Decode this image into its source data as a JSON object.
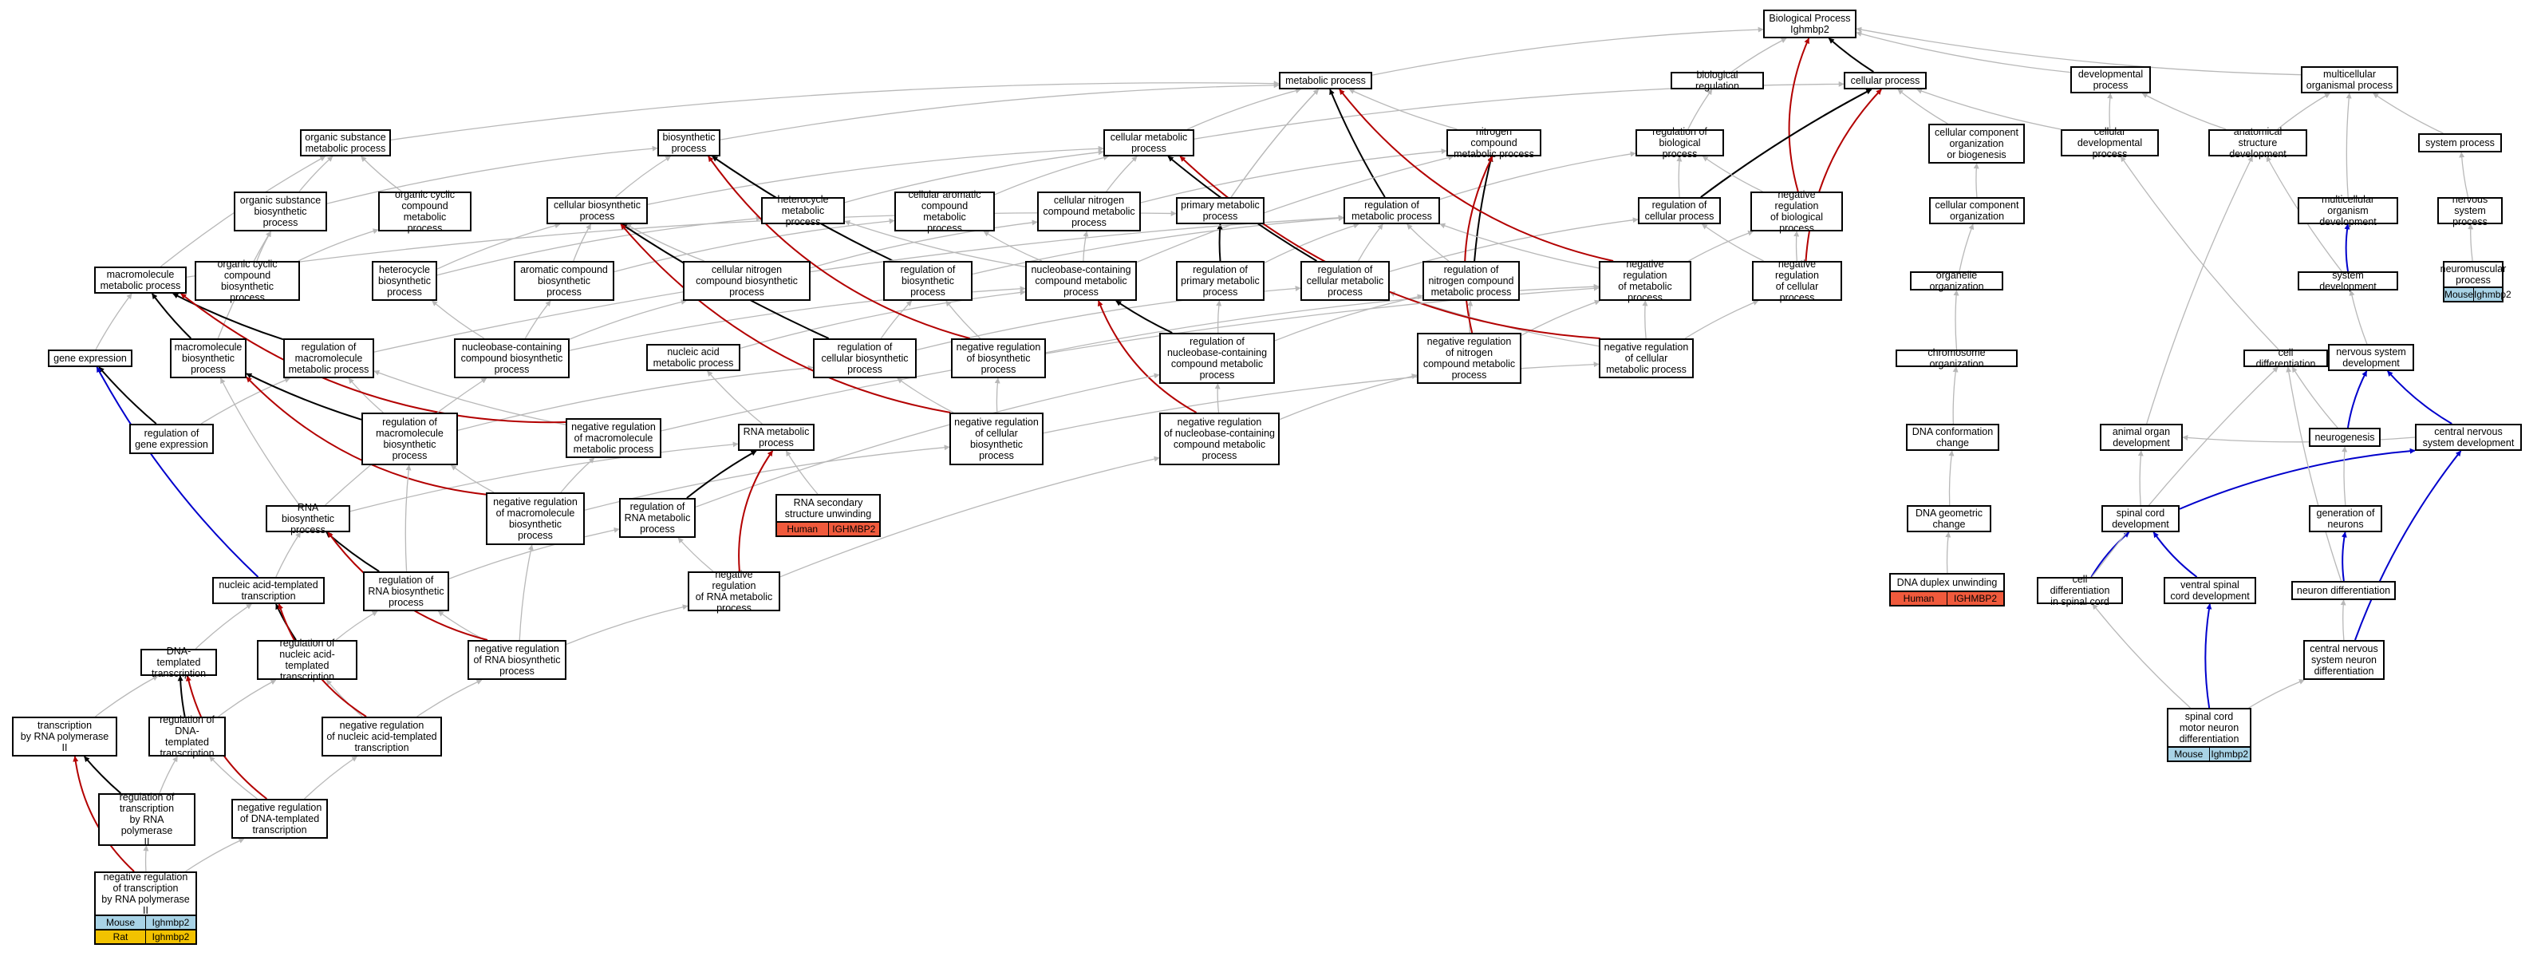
{
  "colors": {
    "gray_edge": "#b8b8b8",
    "black_edge": "#000000",
    "red_edge": "#b30000",
    "blue_edge": "#0000cc",
    "mouse_bg": "#a8d3e6",
    "rat_bg": "#f2c200",
    "human_bg": "#f05a3c"
  },
  "nodes": [
    {
      "id": "bp",
      "label": "Biological Process\nIghmbp2"
    },
    {
      "id": "mp",
      "label": "metabolic process"
    },
    {
      "id": "br",
      "label": "biological regulation"
    },
    {
      "id": "cp",
      "label": "cellular process"
    },
    {
      "id": "dp",
      "label": "developmental\nprocess"
    },
    {
      "id": "mop",
      "label": "multicellular\norganismal process"
    },
    {
      "id": "osmp",
      "label": "organic substance\nmetabolic process"
    },
    {
      "id": "bsp",
      "label": "biosynthetic\nprocess"
    },
    {
      "id": "cmp",
      "label": "cellular metabolic\nprocess"
    },
    {
      "id": "ncmp",
      "label": "nitrogen compound\nmetabolic process"
    },
    {
      "id": "rbp",
      "label": "regulation of\nbiological process"
    },
    {
      "id": "ccob",
      "label": "cellular component\norganization\nor biogenesis"
    },
    {
      "id": "cdp",
      "label": "cellular developmental\nprocess"
    },
    {
      "id": "asd",
      "label": "anatomical structure\ndevelopment"
    },
    {
      "id": "sysp",
      "label": "system process"
    },
    {
      "id": "osbp",
      "label": "organic substance\nbiosynthetic\nprocess"
    },
    {
      "id": "occmp",
      "label": "organic cyclic\ncompound metabolic\nprocess"
    },
    {
      "id": "cbp",
      "label": "cellular biosynthetic\nprocess"
    },
    {
      "id": "hmp",
      "label": "heterocycle\nmetabolic process"
    },
    {
      "id": "cacmp",
      "label": "cellular aromatic\ncompound metabolic\nprocess"
    },
    {
      "id": "cncmp",
      "label": "cellular nitrogen\ncompound metabolic\nprocess"
    },
    {
      "id": "pmp",
      "label": "primary metabolic\nprocess"
    },
    {
      "id": "rmp",
      "label": "regulation of\nmetabolic process"
    },
    {
      "id": "rcp",
      "label": "regulation of\ncellular process"
    },
    {
      "id": "nrbp",
      "label": "negative regulation\nof biological\nprocess"
    },
    {
      "id": "cco",
      "label": "cellular component\norganization"
    },
    {
      "id": "mod",
      "label": "multicellular\norganism development"
    },
    {
      "id": "nsp",
      "label": "nervous system\nprocess"
    },
    {
      "id": "mmp",
      "label": "macromolecule\nmetabolic process"
    },
    {
      "id": "occbp",
      "label": "organic cyclic\ncompound biosynthetic\nprocess"
    },
    {
      "id": "hbp",
      "label": "heterocycle\nbiosynthetic\nprocess"
    },
    {
      "id": "acbp",
      "label": "aromatic compound\nbiosynthetic\nprocess"
    },
    {
      "id": "cncbp",
      "label": "cellular nitrogen\ncompound biosynthetic\nprocess"
    },
    {
      "id": "rbsp",
      "label": "regulation of\nbiosynthetic\nprocess"
    },
    {
      "id": "nbcmp",
      "label": "nucleobase-containing\ncompound metabolic\nprocess"
    },
    {
      "id": "rpmp",
      "label": "regulation of\nprimary metabolic\nprocess"
    },
    {
      "id": "rcmp",
      "label": "regulation of\ncellular metabolic\nprocess"
    },
    {
      "id": "rncmp",
      "label": "regulation of\nnitrogen compound\nmetabolic process"
    },
    {
      "id": "nrmp",
      "label": "negative regulation\nof metabolic\nprocess"
    },
    {
      "id": "nrcp",
      "label": "negative regulation\nof cellular\nprocess"
    },
    {
      "id": "oo",
      "label": "organelle organization"
    },
    {
      "id": "sd",
      "label": "system development"
    },
    {
      "id": "nmp",
      "label": "neuromuscular\nprocess"
    },
    {
      "id": "ge",
      "label": "gene expression"
    },
    {
      "id": "mbp",
      "label": "macromolecule\nbiosynthetic\nprocess"
    },
    {
      "id": "rmmp",
      "label": "regulation of\nmacromolecule\nmetabolic process"
    },
    {
      "id": "nbcbp",
      "label": "nucleobase-containing\ncompound biosynthetic\nprocess"
    },
    {
      "id": "namp",
      "label": "nucleic acid\nmetabolic process"
    },
    {
      "id": "rcbp",
      "label": "regulation of\ncellular biosynthetic\nprocess"
    },
    {
      "id": "nrbsp",
      "label": "negative regulation\nof biosynthetic\nprocess"
    },
    {
      "id": "rnbcmp",
      "label": "regulation of\nnucleobase-containing\ncompound metabolic\nprocess"
    },
    {
      "id": "nrncmp",
      "label": "negative regulation\nof nitrogen\ncompound metabolic\nprocess"
    },
    {
      "id": "nrcmp",
      "label": "negative regulation\nof cellular\nmetabolic process"
    },
    {
      "id": "co",
      "label": "chromosome organization"
    },
    {
      "id": "celld",
      "label": "cell differentiation"
    },
    {
      "id": "nsd",
      "label": "nervous system\ndevelopment"
    },
    {
      "id": "rge",
      "label": "regulation of\ngene expression"
    },
    {
      "id": "rmbp",
      "label": "regulation of\nmacromolecule\nbiosynthetic\nprocess"
    },
    {
      "id": "nrmmp",
      "label": "negative regulation\nof macromolecule\nmetabolic process"
    },
    {
      "id": "rnamp",
      "label": "RNA metabolic\nprocess"
    },
    {
      "id": "nrcbp",
      "label": "negative regulation\nof cellular\nbiosynthetic\nprocess"
    },
    {
      "id": "nrnbcmp",
      "label": "negative regulation\nof nucleobase-containing\ncompound metabolic\nprocess"
    },
    {
      "id": "dcc",
      "label": "DNA conformation\nchange"
    },
    {
      "id": "aod",
      "label": "animal organ\ndevelopment"
    },
    {
      "id": "neurog",
      "label": "neurogenesis"
    },
    {
      "id": "cnsd",
      "label": "central nervous\nsystem development"
    },
    {
      "id": "rnabp",
      "label": "RNA biosynthetic\nprocess"
    },
    {
      "id": "nrmbp",
      "label": "negative regulation\nof macromolecule\nbiosynthetic\nprocess"
    },
    {
      "id": "rrnamp",
      "label": "regulation of\nRNA metabolic\nprocess"
    },
    {
      "id": "rnassu",
      "label": "RNA secondary\nstructure unwinding"
    },
    {
      "id": "dgc",
      "label": "DNA geometric\nchange"
    },
    {
      "id": "scd",
      "label": "spinal cord\ndevelopment"
    },
    {
      "id": "gon",
      "label": "generation of\nneurons"
    },
    {
      "id": "natt",
      "label": "nucleic acid-templated\ntranscription"
    },
    {
      "id": "rrnabp",
      "label": "regulation of\nRNA biosynthetic\nprocess"
    },
    {
      "id": "nrrnamp",
      "label": "negative regulation\nof RNA metabolic\nprocess"
    },
    {
      "id": "ddu",
      "label": "DNA duplex unwinding"
    },
    {
      "id": "cdsc",
      "label": "cell differentiation\nin spinal cord"
    },
    {
      "id": "vscd",
      "label": "ventral spinal\ncord development"
    },
    {
      "id": "nd",
      "label": "neuron differentiation"
    },
    {
      "id": "dtt",
      "label": "DNA-templated\ntranscription"
    },
    {
      "id": "rnatt",
      "label": "regulation of\nnucleic acid-templated\ntranscription"
    },
    {
      "id": "nrrnabp",
      "label": "negative regulation\nof RNA biosynthetic\nprocess"
    },
    {
      "id": "cnsnd",
      "label": "central nervous\nsystem neuron\ndifferentiation"
    },
    {
      "id": "trp2",
      "label": "transcription\nby RNA polymerase\nII"
    },
    {
      "id": "rdtt",
      "label": "regulation of\nDNA-templated\ntranscription"
    },
    {
      "id": "nrnatt",
      "label": "negative regulation\nof nucleic acid-templated\ntranscription"
    },
    {
      "id": "scmnd",
      "label": "spinal cord\nmotor neuron\ndifferentiation"
    },
    {
      "id": "rtrp2",
      "label": "regulation of\ntranscription\nby RNA polymerase\nII"
    },
    {
      "id": "nrdtt",
      "label": "negative regulation\nof DNA-templated\ntranscription"
    },
    {
      "id": "nrtrp2",
      "label": "negative regulation\nof transcription\nby RNA polymerase\nII"
    }
  ],
  "annotations": [
    {
      "node": "nmp",
      "rows": [
        {
          "species": "Mouse",
          "gene": "Ighmbp2",
          "color": "mouse"
        }
      ]
    },
    {
      "node": "rnassu",
      "rows": [
        {
          "species": "Human",
          "gene": "IGHMBP2",
          "color": "human"
        }
      ]
    },
    {
      "node": "ddu",
      "rows": [
        {
          "species": "Human",
          "gene": "IGHMBP2",
          "color": "human"
        }
      ]
    },
    {
      "node": "scmnd",
      "rows": [
        {
          "species": "Mouse",
          "gene": "Ighmbp2",
          "color": "mouse"
        }
      ]
    },
    {
      "node": "nrtrp2",
      "rows": [
        {
          "species": "Mouse",
          "gene": "Ighmbp2",
          "color": "mouse"
        },
        {
          "species": "Rat",
          "gene": "Ighmbp2",
          "color": "rat"
        }
      ]
    }
  ],
  "edges": [
    [
      "mp",
      "bp",
      "gray"
    ],
    [
      "br",
      "bp",
      "gray"
    ],
    [
      "cp",
      "bp",
      "black"
    ],
    [
      "dp",
      "bp",
      "gray"
    ],
    [
      "mop",
      "bp",
      "gray"
    ],
    [
      "osmp",
      "mp",
      "gray"
    ],
    [
      "bsp",
      "mp",
      "gray"
    ],
    [
      "cmp",
      "mp",
      "gray"
    ],
    [
      "ncmp",
      "mp",
      "gray"
    ],
    [
      "pmp",
      "mp",
      "gray"
    ],
    [
      "rbp",
      "br",
      "gray"
    ],
    [
      "cmp",
      "cp",
      "gray"
    ],
    [
      "cdp",
      "cp",
      "gray"
    ],
    [
      "ccob",
      "cp",
      "gray"
    ],
    [
      "rcp",
      "cp",
      "black"
    ],
    [
      "nrcp",
      "cp",
      "red"
    ],
    [
      "nrbp",
      "bp",
      "red"
    ],
    [
      "cdp",
      "dp",
      "gray"
    ],
    [
      "asd",
      "dp",
      "gray"
    ],
    [
      "asd",
      "mop",
      "gray"
    ],
    [
      "sysp",
      "mop",
      "gray"
    ],
    [
      "mod",
      "mop",
      "gray"
    ],
    [
      "osbp",
      "osmp",
      "gray"
    ],
    [
      "osbp",
      "bsp",
      "gray"
    ],
    [
      "occmp",
      "osmp",
      "gray"
    ],
    [
      "cbp",
      "bsp",
      "gray"
    ],
    [
      "cbp",
      "cmp",
      "gray"
    ],
    [
      "hmp",
      "cmp",
      "gray"
    ],
    [
      "cacmp",
      "cmp",
      "gray"
    ],
    [
      "cncmp",
      "cmp",
      "gray"
    ],
    [
      "cncmp",
      "ncmp",
      "gray"
    ],
    [
      "pmp",
      "mp",
      "gray"
    ],
    [
      "rmp",
      "mp",
      "black"
    ],
    [
      "rmp",
      "rbp",
      "gray"
    ],
    [
      "rcp",
      "rbp",
      "gray"
    ],
    [
      "rcp",
      "cp",
      "black"
    ],
    [
      "nrbp",
      "rbp",
      "gray"
    ],
    [
      "cco",
      "ccob",
      "gray"
    ],
    [
      "sd",
      "mod",
      "blue"
    ],
    [
      "nsp",
      "sysp",
      "gray"
    ],
    [
      "nmp",
      "nsp",
      "gray"
    ],
    [
      "mmp",
      "osmp",
      "gray"
    ],
    [
      "mmp",
      "pmp",
      "gray"
    ],
    [
      "occbp",
      "occmp",
      "gray"
    ],
    [
      "occbp",
      "osbp",
      "gray"
    ],
    [
      "hbp",
      "hmp",
      "gray"
    ],
    [
      "hbp",
      "cbp",
      "gray"
    ],
    [
      "acbp",
      "cacmp",
      "gray"
    ],
    [
      "acbp",
      "cbp",
      "gray"
    ],
    [
      "cncbp",
      "cncmp",
      "gray"
    ],
    [
      "cncbp",
      "cbp",
      "gray"
    ],
    [
      "rbsp",
      "bsp",
      "black"
    ],
    [
      "rbsp",
      "rmp",
      "gray"
    ],
    [
      "nbcmp",
      "hmp",
      "gray"
    ],
    [
      "nbcmp",
      "cacmp",
      "gray"
    ],
    [
      "nbcmp",
      "cncmp",
      "gray"
    ],
    [
      "nbcmp",
      "ncmp",
      "gray"
    ],
    [
      "rpmp",
      "pmp",
      "black"
    ],
    [
      "rpmp",
      "rmp",
      "gray"
    ],
    [
      "rcmp",
      "rmp",
      "gray"
    ],
    [
      "rcmp",
      "rcp",
      "gray"
    ],
    [
      "rcmp",
      "cmp",
      "black"
    ],
    [
      "rncmp",
      "ncmp",
      "black"
    ],
    [
      "rncmp",
      "rmp",
      "gray"
    ],
    [
      "nrmp",
      "rmp",
      "gray"
    ],
    [
      "nrmp",
      "nrbp",
      "gray"
    ],
    [
      "nrmp",
      "mp",
      "red"
    ],
    [
      "nrcp",
      "rcp",
      "gray"
    ],
    [
      "nrcp",
      "nrbp",
      "gray"
    ],
    [
      "oo",
      "cco",
      "gray"
    ],
    [
      "sd",
      "asd",
      "gray"
    ],
    [
      "ge",
      "mmp",
      "gray"
    ],
    [
      "mbp",
      "mmp",
      "black"
    ],
    [
      "mbp",
      "osbp",
      "gray"
    ],
    [
      "rmmp",
      "mmp",
      "black"
    ],
    [
      "rmmp",
      "rmp",
      "gray"
    ],
    [
      "nbcbp",
      "nbcmp",
      "gray"
    ],
    [
      "nbcbp",
      "hbp",
      "gray"
    ],
    [
      "nbcbp",
      "acbp",
      "gray"
    ],
    [
      "nbcbp",
      "cncbp",
      "gray"
    ],
    [
      "namp",
      "nbcmp",
      "gray"
    ],
    [
      "rcbp",
      "cbp",
      "black"
    ],
    [
      "rcbp",
      "rbsp",
      "gray"
    ],
    [
      "rcbp",
      "rcmp",
      "gray"
    ],
    [
      "nrbsp",
      "rbsp",
      "gray"
    ],
    [
      "nrbsp",
      "nrmp",
      "gray"
    ],
    [
      "nrbsp",
      "bsp",
      "red"
    ],
    [
      "rnbcmp",
      "nbcmp",
      "black"
    ],
    [
      "rnbcmp",
      "rpmp",
      "gray"
    ],
    [
      "rnbcmp",
      "rncmp",
      "gray"
    ],
    [
      "nrncmp",
      "rncmp",
      "gray"
    ],
    [
      "nrncmp",
      "nrmp",
      "gray"
    ],
    [
      "nrncmp",
      "ncmp",
      "red"
    ],
    [
      "nrcmp",
      "rcmp",
      "gray"
    ],
    [
      "nrcmp",
      "nrmp",
      "gray"
    ],
    [
      "nrcmp",
      "nrcp",
      "gray"
    ],
    [
      "nrcmp",
      "cmp",
      "red"
    ],
    [
      "co",
      "oo",
      "gray"
    ],
    [
      "celld",
      "cdp",
      "gray"
    ],
    [
      "nsd",
      "sd",
      "gray"
    ],
    [
      "rge",
      "ge",
      "black"
    ],
    [
      "rge",
      "rmmp",
      "gray"
    ],
    [
      "rmbp",
      "mbp",
      "black"
    ],
    [
      "rmbp",
      "rmmp",
      "gray"
    ],
    [
      "rmbp",
      "rcbp",
      "gray"
    ],
    [
      "nrmmp",
      "rmmp",
      "gray"
    ],
    [
      "nrmmp",
      "nrmp",
      "gray"
    ],
    [
      "nrmmp",
      "mmp",
      "red"
    ],
    [
      "rnamp",
      "namp",
      "gray"
    ],
    [
      "nrcbp",
      "rcbp",
      "gray"
    ],
    [
      "nrcbp",
      "nrbsp",
      "gray"
    ],
    [
      "nrcbp",
      "nrcmp",
      "gray"
    ],
    [
      "nrcbp",
      "cbp",
      "red"
    ],
    [
      "nrnbcmp",
      "rnbcmp",
      "gray"
    ],
    [
      "nrnbcmp",
      "nrncmp",
      "gray"
    ],
    [
      "nrnbcmp",
      "nbcmp",
      "red"
    ],
    [
      "dcc",
      "co",
      "gray"
    ],
    [
      "aod",
      "asd",
      "gray"
    ],
    [
      "neurog",
      "celld",
      "gray"
    ],
    [
      "neurog",
      "nsd",
      "blue"
    ],
    [
      "cnsd",
      "nsd",
      "blue"
    ],
    [
      "cnsd",
      "aod",
      "gray"
    ],
    [
      "rnabp",
      "rnamp",
      "gray"
    ],
    [
      "rnabp",
      "nbcbp",
      "gray"
    ],
    [
      "rnabp",
      "mbp",
      "gray"
    ],
    [
      "nrmbp",
      "rmbp",
      "gray"
    ],
    [
      "nrmbp",
      "nrmmp",
      "gray"
    ],
    [
      "nrmbp",
      "nrcbp",
      "gray"
    ],
    [
      "nrmbp",
      "mbp",
      "red"
    ],
    [
      "rrnamp",
      "rnamp",
      "black"
    ],
    [
      "rrnamp",
      "rnbcmp",
      "gray"
    ],
    [
      "rnassu",
      "rnamp",
      "gray"
    ],
    [
      "dgc",
      "dcc",
      "gray"
    ],
    [
      "scd",
      "cnsd",
      "blue"
    ],
    [
      "scd",
      "aod",
      "gray"
    ],
    [
      "gon",
      "neurog",
      "gray"
    ],
    [
      "natt",
      "rnabp",
      "gray"
    ],
    [
      "natt",
      "ge",
      "blue"
    ],
    [
      "rrnabp",
      "rnabp",
      "black"
    ],
    [
      "rrnabp",
      "rrnamp",
      "gray"
    ],
    [
      "rrnabp",
      "rmbp",
      "gray"
    ],
    [
      "nrrnamp",
      "rrnamp",
      "gray"
    ],
    [
      "nrrnamp",
      "nrnbcmp",
      "gray"
    ],
    [
      "nrrnamp",
      "rnamp",
      "red"
    ],
    [
      "ddu",
      "dgc",
      "gray"
    ],
    [
      "cdsc",
      "scd",
      "blue"
    ],
    [
      "cdsc",
      "celld",
      "gray"
    ],
    [
      "vscd",
      "scd",
      "blue"
    ],
    [
      "nd",
      "gon",
      "blue"
    ],
    [
      "nd",
      "celld",
      "gray"
    ],
    [
      "dtt",
      "natt",
      "gray"
    ],
    [
      "rnatt",
      "natt",
      "black"
    ],
    [
      "rnatt",
      "rrnabp",
      "gray"
    ],
    [
      "nrrnabp",
      "rrnabp",
      "gray"
    ],
    [
      "nrrnabp",
      "nrmbp",
      "gray"
    ],
    [
      "nrrnabp",
      "nrrnamp",
      "gray"
    ],
    [
      "nrrnabp",
      "rnabp",
      "red"
    ],
    [
      "cnsnd",
      "nd",
      "gray"
    ],
    [
      "cnsnd",
      "cnsd",
      "blue"
    ],
    [
      "trp2",
      "dtt",
      "gray"
    ],
    [
      "rdtt",
      "dtt",
      "black"
    ],
    [
      "rdtt",
      "rnatt",
      "gray"
    ],
    [
      "nrnatt",
      "rnatt",
      "gray"
    ],
    [
      "nrnatt",
      "nrrnabp",
      "gray"
    ],
    [
      "nrnatt",
      "natt",
      "red"
    ],
    [
      "scmnd",
      "vscd",
      "blue"
    ],
    [
      "scmnd",
      "cdsc",
      "gray"
    ],
    [
      "scmnd",
      "cnsnd",
      "gray"
    ],
    [
      "rtrp2",
      "trp2",
      "black"
    ],
    [
      "rtrp2",
      "rdtt",
      "gray"
    ],
    [
      "nrdtt",
      "rdtt",
      "gray"
    ],
    [
      "nrdtt",
      "nrnatt",
      "gray"
    ],
    [
      "nrdtt",
      "dtt",
      "red"
    ],
    [
      "nrtrp2",
      "rtrp2",
      "gray"
    ],
    [
      "nrtrp2",
      "nrdtt",
      "gray"
    ],
    [
      "nrtrp2",
      "trp2",
      "red"
    ]
  ]
}
